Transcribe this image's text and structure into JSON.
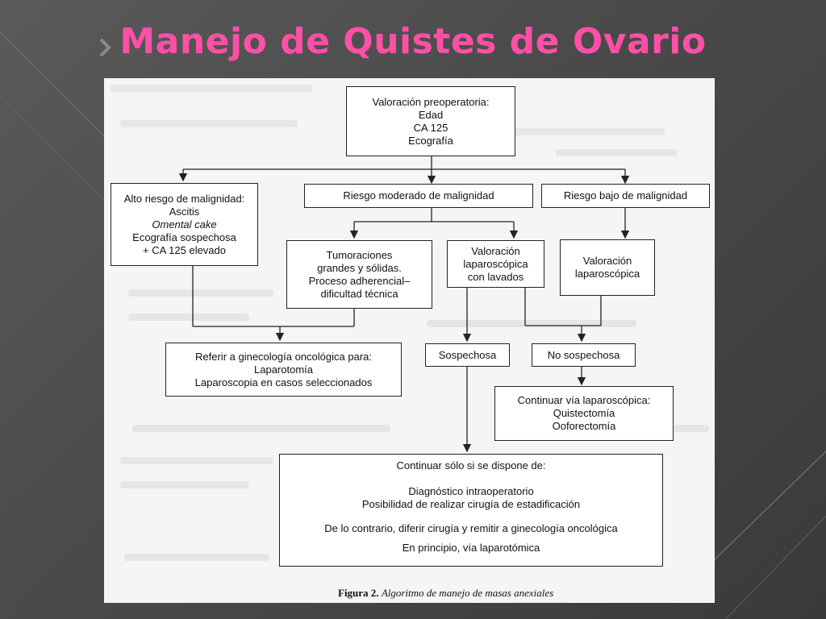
{
  "slide": {
    "title": "Manejo de Quistes de Ovario"
  },
  "flowchart": {
    "preop": {
      "title": "Valoración preoperatoria:",
      "lines": [
        "Edad",
        "CA 125",
        "Ecografía"
      ]
    },
    "alto": {
      "title": "Alto riesgo de malignidad:",
      "lines": [
        "Ascitis",
        "Omental cake",
        "Ecografía sospechosa",
        "+ CA 125 elevado"
      ]
    },
    "moderado": "Riesgo moderado de malignidad",
    "bajo": "Riesgo bajo de malignidad",
    "tumoraciones": [
      "Tumoraciones",
      "grandes y sólidas.",
      "Proceso adherencial–",
      "dificultad técnica"
    ],
    "lav_mod": [
      "Valoración",
      "laparoscópica",
      "con lavados"
    ],
    "lav_bajo": [
      "Valoración",
      "laparoscópica"
    ],
    "referir": {
      "title": "Referir a ginecología oncológica para:",
      "lines": [
        "Laparotomía",
        "Laparoscopia en casos seleccionados"
      ]
    },
    "sospechosa": "Sospechosa",
    "no_sospechosa": "No sospechosa",
    "continuar_lap": {
      "title": "Continuar vía laparoscópica:",
      "lines": [
        "Quistectomía",
        "Ooforectomía"
      ]
    },
    "final": {
      "title": "Continuar sólo si se dispone de:",
      "lines": [
        "Diagnóstico intraoperatorio",
        "Posibilidad de realizar cirugía de estadificación"
      ],
      "otherwise": "De lo contrario, diferir cirugía y remitir a ginecología oncológica",
      "principle": "En principio, vía laparotómica"
    }
  },
  "caption": {
    "label": "Figura 2.",
    "text": "Algoritmo de manejo de masas anexiales"
  },
  "colors": {
    "title": "#ff4fa7",
    "background": "#4a4a4a",
    "panel": "#f5f5f5"
  }
}
